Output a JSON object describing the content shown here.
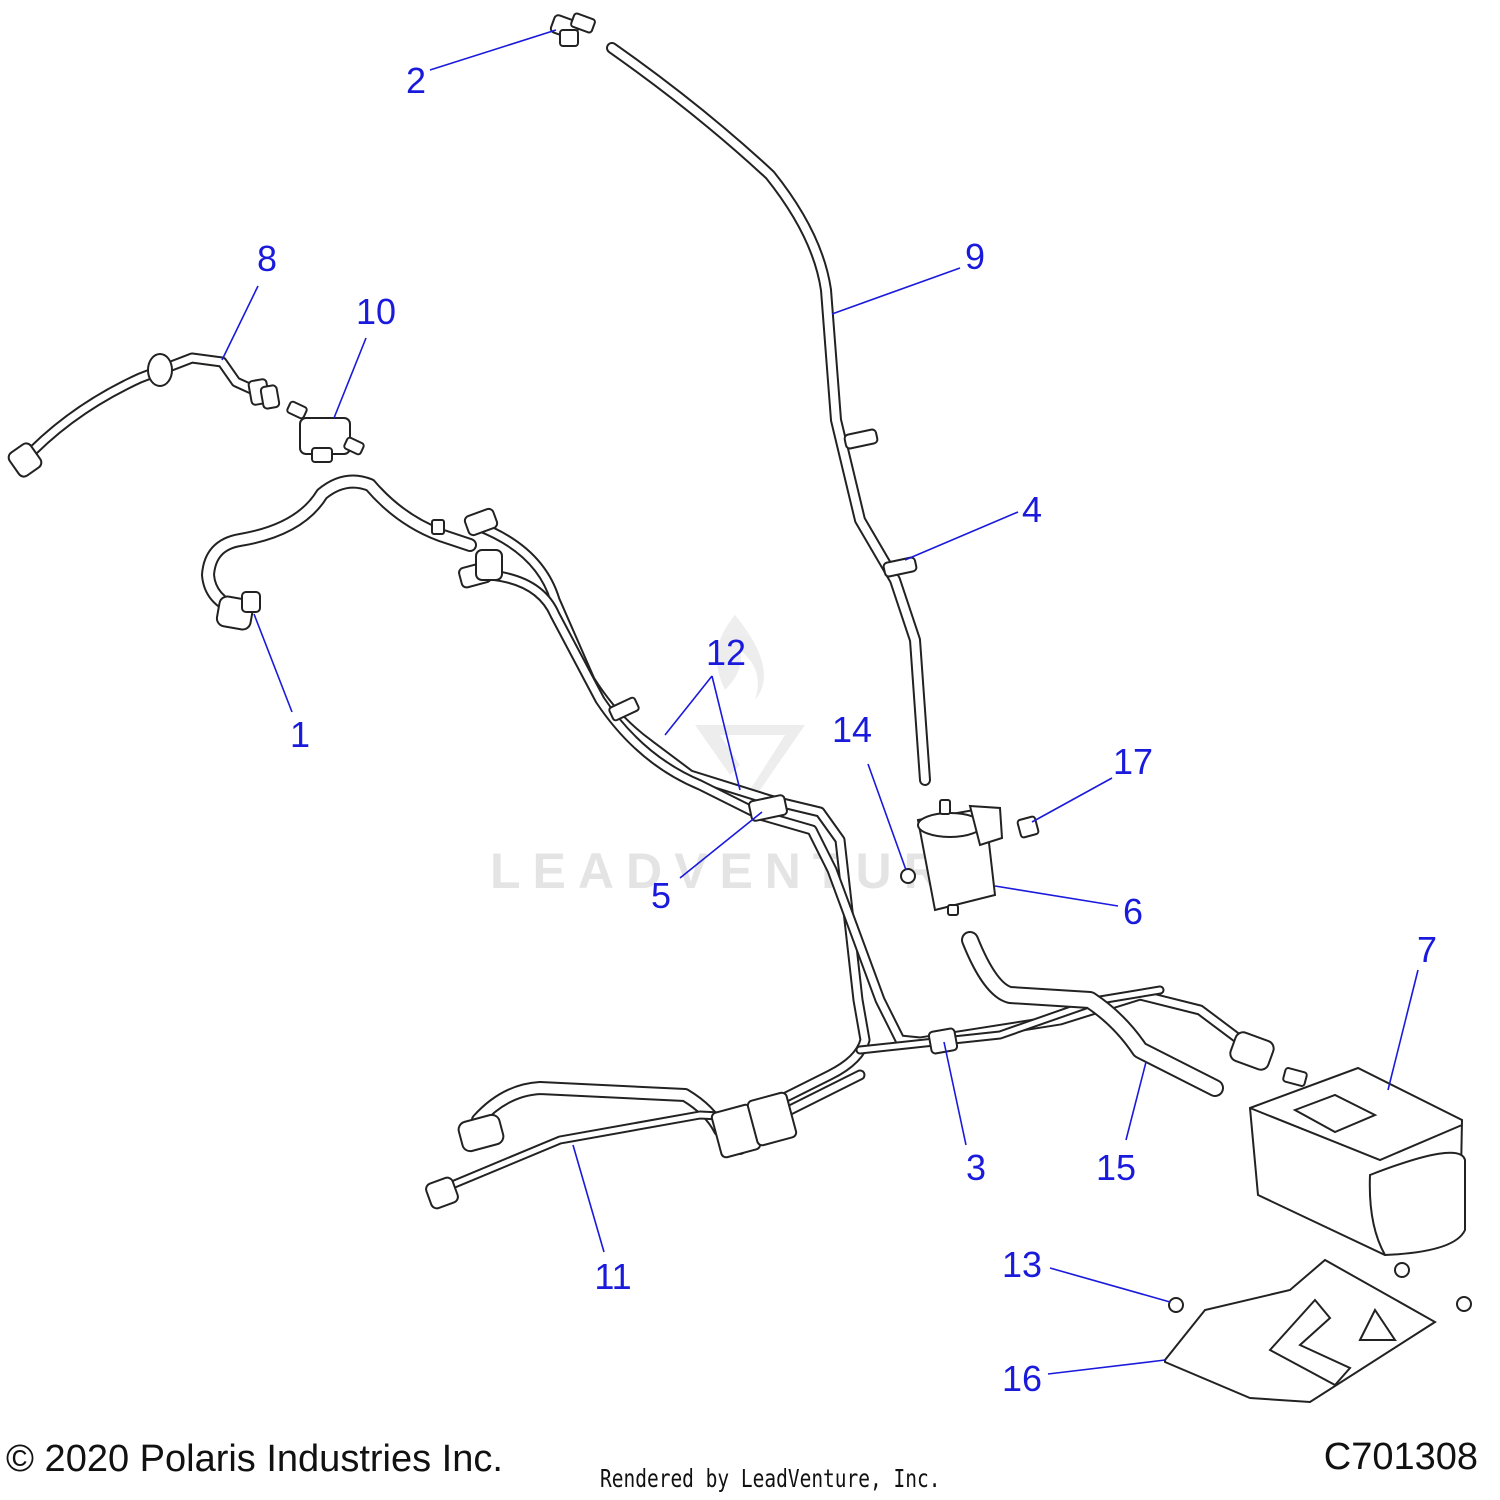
{
  "watermark": "LEADVENTURE",
  "callouts": [
    {
      "id": "1",
      "label": "1"
    },
    {
      "id": "2",
      "label": "2"
    },
    {
      "id": "3",
      "label": "3"
    },
    {
      "id": "4",
      "label": "4"
    },
    {
      "id": "5",
      "label": "5"
    },
    {
      "id": "6",
      "label": "6"
    },
    {
      "id": "7",
      "label": "7"
    },
    {
      "id": "8",
      "label": "8"
    },
    {
      "id": "9",
      "label": "9"
    },
    {
      "id": "10",
      "label": "10"
    },
    {
      "id": "11",
      "label": "11"
    },
    {
      "id": "12",
      "label": "12"
    },
    {
      "id": "13",
      "label": "13"
    },
    {
      "id": "14",
      "label": "14"
    },
    {
      "id": "15",
      "label": "15"
    },
    {
      "id": "16",
      "label": "16"
    },
    {
      "id": "17",
      "label": "17"
    }
  ],
  "footer": {
    "copyright": "© 2020 Polaris Industries Inc.",
    "rendered_by": "Rendered by LeadVenture, Inc.",
    "drawing_number": "C701308"
  },
  "colors": {
    "callout": "#1a1adc",
    "line": "#222222",
    "watermark": "#e4e4e4"
  }
}
